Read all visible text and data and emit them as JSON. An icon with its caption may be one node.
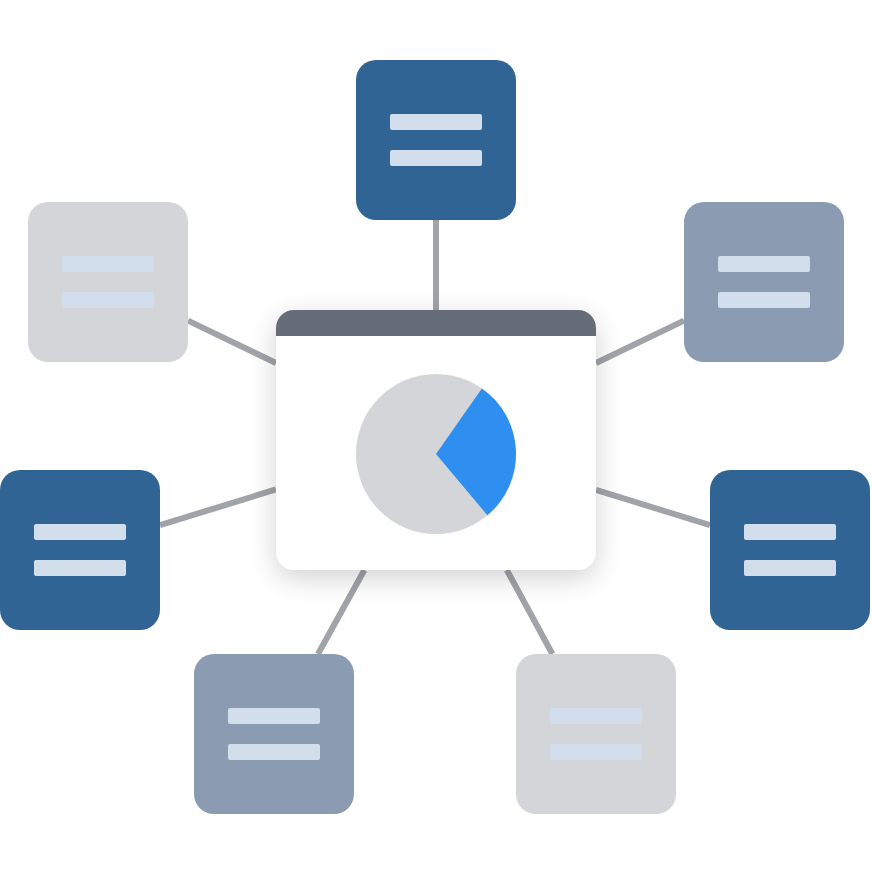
{
  "diagram": {
    "nodes": [
      {
        "text": [],
        "shape": "box"
      },
      {
        "text": [],
        "shape": "box"
      },
      {
        "text": [],
        "shape": "box"
      },
      {
        "text": [],
        "shape": "box"
      },
      {
        "text": [],
        "shape": "box"
      },
      {
        "text": [],
        "shape": "box"
      },
      {
        "text": [],
        "shape": "box"
      },
      {
        "text": [],
        "shape": "box"
      }
    ],
    "edges": [
      {
        "from": 3,
        "to": 0,
        "arrow": "none"
      },
      {
        "from": 3,
        "to": 1,
        "arrow": "none"
      },
      {
        "from": 3,
        "to": 2,
        "arrow": "none"
      },
      {
        "from": 3,
        "to": 4,
        "arrow": "none"
      },
      {
        "from": 3,
        "to": 5,
        "arrow": "none"
      },
      {
        "from": 3,
        "to": 6,
        "arrow": "none"
      },
      {
        "from": 3,
        "to": 7,
        "arrow": "none"
      }
    ]
  }
}
